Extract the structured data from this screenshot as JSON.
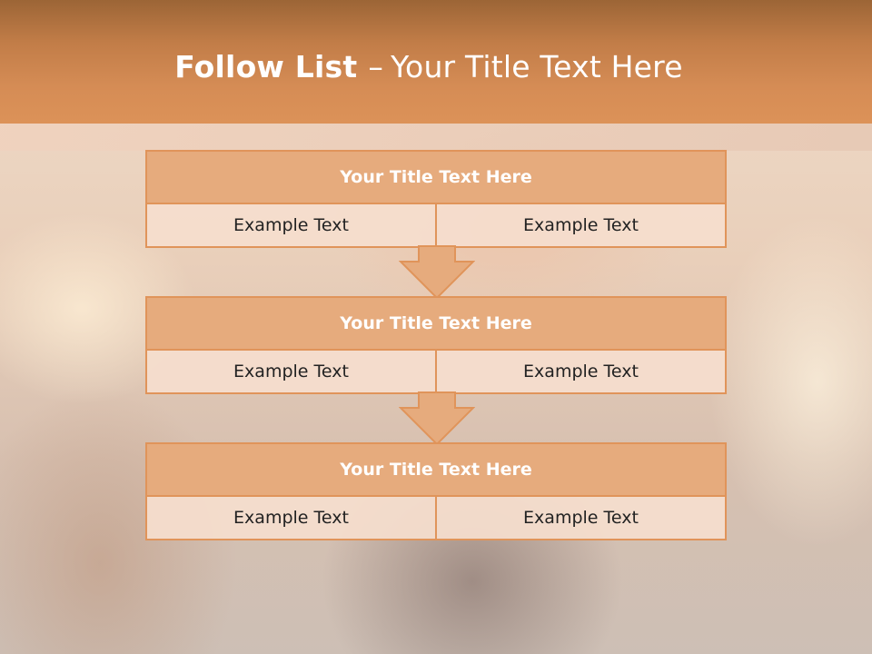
{
  "header": {
    "title_bold": "Follow List",
    "title_separator": "–",
    "title_rest": "Your Title Text Here"
  },
  "steps": [
    {
      "title": "Your Title Text Here",
      "left": "Example Text",
      "right": "Example Text"
    },
    {
      "title": "Your Title Text Here",
      "left": "Example Text",
      "right": "Example Text"
    },
    {
      "title": "Your Title Text Here",
      "left": "Example Text",
      "right": "Example Text"
    }
  ],
  "colors": {
    "header": "#d58c55",
    "block_border": "#e0945a",
    "block_title_fill": "#e6ab7d",
    "cell_fill": "#f5decd",
    "arrow_fill": "#e6ab7d"
  }
}
